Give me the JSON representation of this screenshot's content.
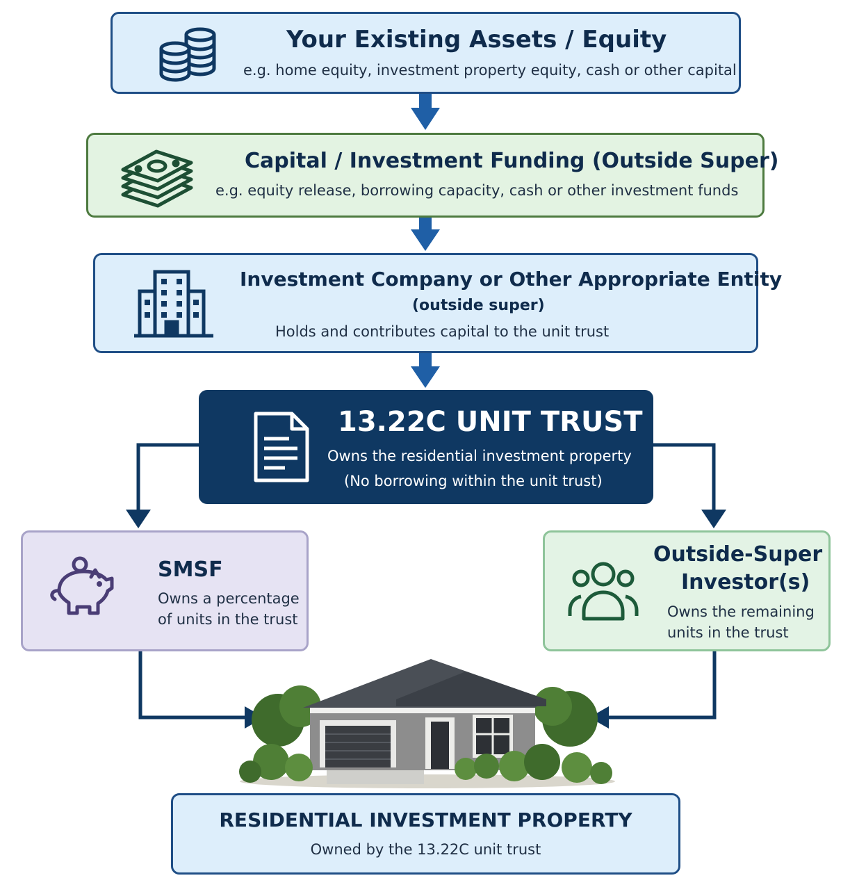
{
  "nodes": {
    "assets": {
      "title": "Your Existing Assets / Equity",
      "subtitle": "e.g. home equity, investment property equity, cash or other capital",
      "icon": "coin-stack-icon"
    },
    "funding": {
      "title": "Capital / Investment Funding (Outside Super)",
      "subtitle": "e.g. equity release, borrowing capacity, cash or other investment funds",
      "icon": "cash-stack-icon"
    },
    "company": {
      "title": "Investment Company or Other Appropriate Entity",
      "title_line2": "(outside super)",
      "subtitle": "Holds and contributes capital to the unit trust",
      "icon": "office-building-icon"
    },
    "trust": {
      "title": "13.22C UNIT TRUST",
      "line1": "Owns the residential investment property",
      "line2": "(No borrowing within the unit trust)",
      "icon": "document-icon"
    },
    "smsf": {
      "title": "SMSF",
      "line1": "Owns a percentage",
      "line2": "of units in the trust",
      "icon": "piggy-bank-icon"
    },
    "investors": {
      "title_line1": "Outside-Super",
      "title_line2": "Investor(s)",
      "line1": "Owns the remaining",
      "line2": "units in the trust",
      "icon": "people-group-icon"
    },
    "property": {
      "title": "RESIDENTIAL INVESTMENT PROPERTY",
      "subtitle": "Owned by the 13.22C unit trust",
      "icon": "house-icon"
    }
  },
  "colors": {
    "arrow": "#1f5fa6",
    "connector": "#0f3862",
    "navy": "#0f3862",
    "blue_fill": "#ddeefb",
    "green_fill": "#e3f3e2",
    "purple_fill": "#e6e3f3",
    "mint_fill": "#e3f3e5"
  }
}
